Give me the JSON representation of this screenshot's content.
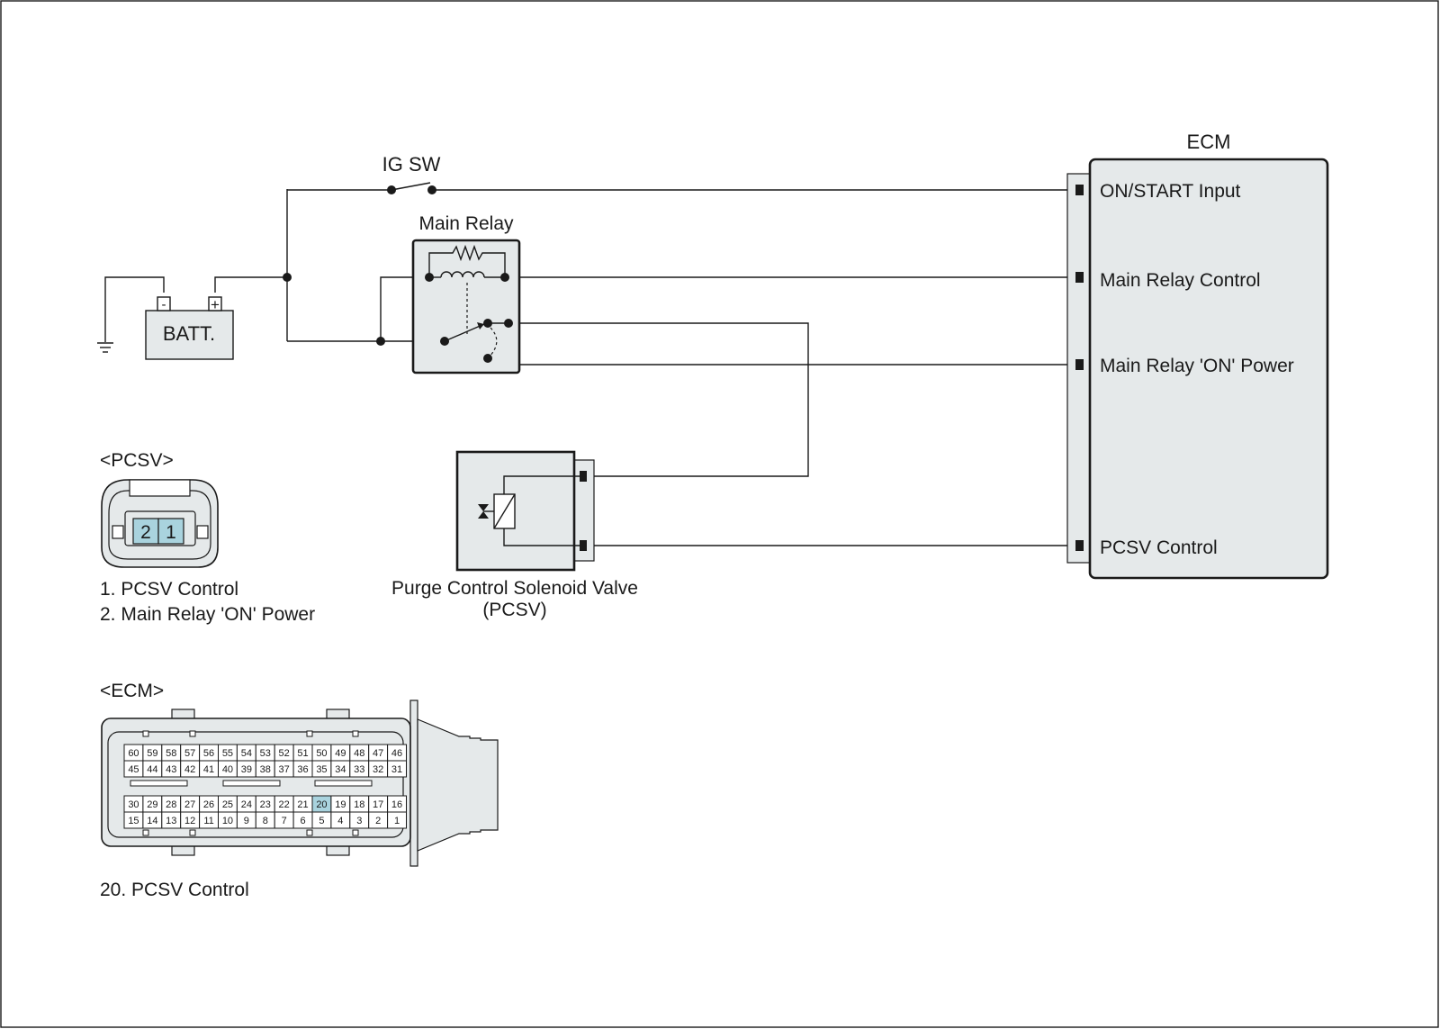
{
  "labels": {
    "ig_sw": "IG SW",
    "main_relay": "Main Relay",
    "battery": "BATT.",
    "battery_minus": "-",
    "battery_plus": "+",
    "ecm_title": "ECM",
    "pcsv_component_line1": "Purge Control Solenoid Valve",
    "pcsv_component_line2": "(PCSV)"
  },
  "ecm_pins": [
    "ON/START Input",
    "Main Relay Control",
    "Main Relay 'ON' Power",
    "PCSV Control"
  ],
  "pcsv_connector": {
    "title": "<PCSV>",
    "pins": [
      "2",
      "1"
    ],
    "legend": [
      "1. PCSV Control",
      "2. Main Relay 'ON' Power"
    ]
  },
  "ecm_connector": {
    "title": "<ECM>",
    "row1": [
      "60",
      "59",
      "58",
      "57",
      "56",
      "55",
      "54",
      "53",
      "52",
      "51",
      "50",
      "49",
      "48",
      "47",
      "46"
    ],
    "row2": [
      "45",
      "44",
      "43",
      "42",
      "41",
      "40",
      "39",
      "38",
      "37",
      "36",
      "35",
      "34",
      "33",
      "32",
      "31"
    ],
    "row3": [
      "30",
      "29",
      "28",
      "27",
      "26",
      "25",
      "24",
      "23",
      "22",
      "21",
      "20",
      "19",
      "18",
      "17",
      "16"
    ],
    "row4": [
      "15",
      "14",
      "13",
      "12",
      "11",
      "10",
      "9",
      "8",
      "7",
      "6",
      "5",
      "4",
      "3",
      "2",
      "1"
    ],
    "highlight_pin": "20",
    "legend": "20. PCSV Control"
  },
  "colors": {
    "line": "#1a1a1a",
    "box_fill": "#e5e9ea",
    "highlight": "#a9d3de"
  }
}
